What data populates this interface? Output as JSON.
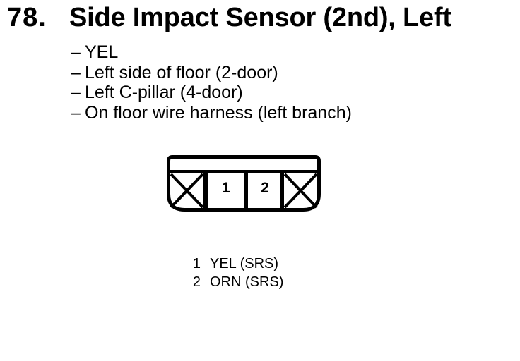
{
  "colors": {
    "ink": "#000000",
    "paper": "#ffffff"
  },
  "entry": {
    "number": "78.",
    "title": "Side Impact Sensor (2nd), Left"
  },
  "details": {
    "bullet": "–",
    "items": [
      "YEL",
      "Left side of floor (2-door)",
      "Left C-pillar (4-door)",
      "On floor wire harness (left branch)"
    ]
  },
  "connector": {
    "cavities": [
      "1",
      "2"
    ],
    "end_cells": "crossed-out (no terminal)"
  },
  "pin_legend": [
    {
      "pin": "1",
      "wire": "YEL (SRS)"
    },
    {
      "pin": "2",
      "wire": "ORN (SRS)"
    }
  ]
}
